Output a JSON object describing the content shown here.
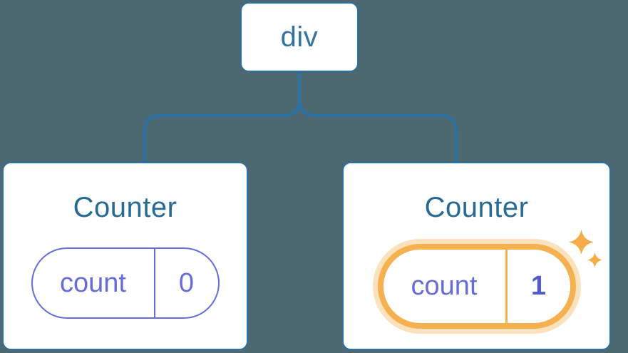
{
  "diagram": {
    "description": "Component tree: div root with two Counter children holding count state",
    "root_node": {
      "label": "div"
    },
    "children": [
      {
        "title": "Counter",
        "state_pill": {
          "key": "count",
          "value": "0"
        },
        "highlighted": false
      },
      {
        "title": "Counter",
        "state_pill": {
          "key": "count",
          "value": "1"
        },
        "highlighted": true
      }
    ]
  },
  "icons": {
    "sparkles": "four-point-star-sparkles"
  },
  "colors": {
    "background": "#4C6972",
    "connector_blue": "#2C71A5",
    "root_label_blue": "#33749F",
    "title_blue": "#276B92",
    "state_purple": "#666CD9",
    "value_bold_purple": "#5459CE",
    "highlight_orange": "#F5B04F",
    "highlight_halo": "#FBE2BC",
    "sparkle_orange": "#F6AD49",
    "card_background": "#FFFFFF"
  }
}
